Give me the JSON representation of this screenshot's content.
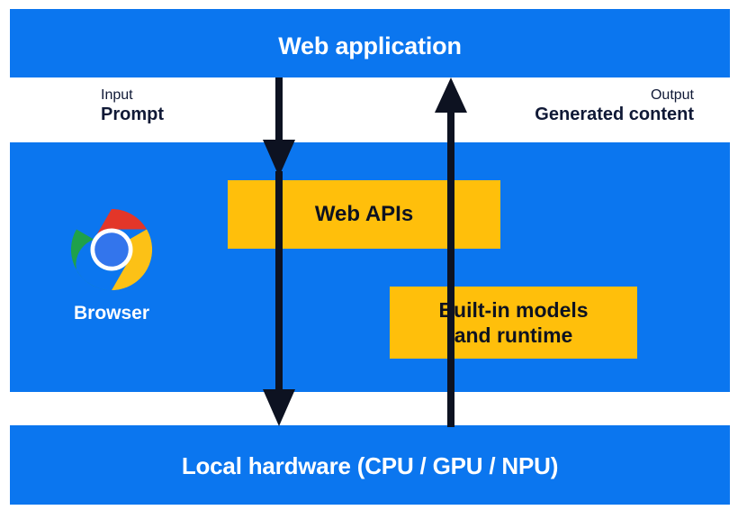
{
  "diagram": {
    "title": "Browser built-in AI architecture",
    "colors": {
      "band_blue": "#0b76ef",
      "box_yellow": "#FFBF0B",
      "arrow_navy": "#0d1221",
      "band_text": "#ffffff",
      "edge_text": "#101936"
    },
    "bands": {
      "top": {
        "label": "Web application"
      },
      "middle": {
        "label": ""
      },
      "bottom": {
        "label": "Local hardware (CPU / GPU / NPU)"
      }
    },
    "edges": {
      "input": {
        "caption": "Input",
        "value": "Prompt"
      },
      "output": {
        "caption": "Output",
        "value": "Generated content"
      }
    },
    "boxes": {
      "web_apis": {
        "label": "Web APIs"
      },
      "builtin_models": {
        "line1": "Built-in models",
        "line2": "and runtime"
      }
    },
    "browser": {
      "icon": "chrome-logo-icon",
      "caption": "Browser"
    },
    "arrows": [
      {
        "name": "input-flow-arrow",
        "direction": "down",
        "from": "Web application",
        "to": "Local hardware (CPU / GPU / NPU)"
      },
      {
        "name": "output-flow-arrow",
        "direction": "up",
        "from": "Local hardware (CPU / GPU / NPU)",
        "to": "Web application"
      }
    ]
  }
}
